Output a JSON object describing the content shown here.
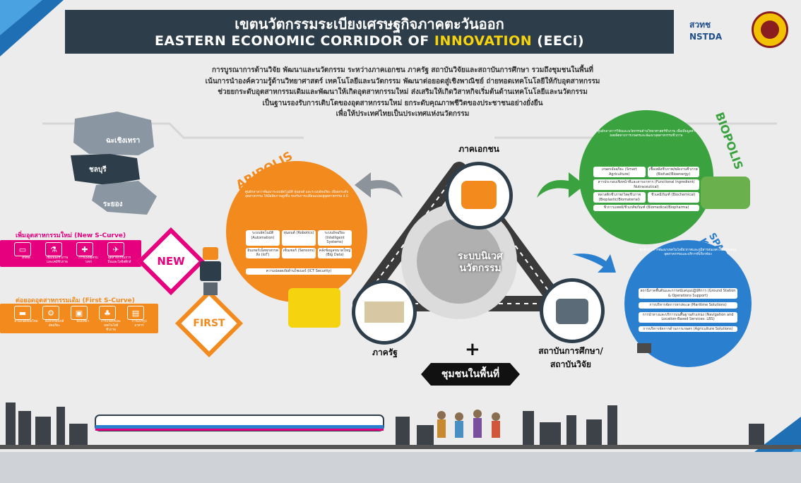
{
  "header": {
    "title_th": "เขตนวัตกรรมระเบียงเศรษฐกิจภาคตะวันออก",
    "title_en_pre": "EASTERN ECONOMIC CORRIDOR OF ",
    "title_en_hl": "INNOVATION",
    "title_en_post": " (EECi)"
  },
  "logo": {
    "nstda": "สวทช NSTDA"
  },
  "intro": [
    "การบูรณาการด้านวิจัย พัฒนาและนวัตกรรม ระหว่างภาคเอกชน ภาครัฐ สถาบันวิจัยและสถาบันการศึกษา รวมถึงชุมชนในพื้นที่",
    "เน้นการนำองค์ความรู้ด้านวิทยาศาสตร์ เทคโนโลยีและนวัตกรรม พัฒนาต่อยอดสู่เชิงพาณิชย์ ถ่ายทอดเทคโนโลยีให้กับอุตสาหกรรม",
    "ช่วยยกระดับอุตสาหกรรมเดิมและพัฒนาให้เกิดอุตสาหกรรมใหม่ ส่งเสริมให้เกิดวิสาหกิจเริ่มต้นด้านเทคโนโลยีและนวัตกรรม",
    "เป็นฐานรองรับการเติบโตของอุตสาหกรรมใหม่ ยกระดับคุณภาพชีวิตของประชาชนอย่างยั่งยืน",
    "เพื่อให้ประเทศไทยเป็นประเทศแห่งนวัตกรรม"
  ],
  "map": {
    "p1": "ฉะเชิงเทรา",
    "p2": "ชลบุรี",
    "p3": "ระยอง"
  },
  "new_curve": {
    "title": "เพิ่มอุตสาหกรรมใหม่ (New S-Curve)",
    "badge": "NEW",
    "items": [
      "ดิจิทัล",
      "เชื้อเพลิงชีวภาพและเคมีชีวภาพ",
      "การแพทย์ครบวงจร",
      "อุตสาหกรรมการบินและโลจิสติกส์"
    ]
  },
  "first_curve": {
    "title": "ต่อยอดอุตสาหกรรมเดิม (First S-Curve)",
    "badge": "FIRST",
    "items": [
      "ยานยนต์สมัยใหม่",
      "อิเล็กทรอนิกส์อัจฉริยะ",
      "ท่องเที่ยว",
      "การเกษตรและเทคโนโลยีชีวภาพ",
      "การแปรรูปอาหาร"
    ]
  },
  "aripolis": {
    "name": "ARIPOLIS",
    "desc": "ศูนย์กลางการพัฒนาระบบอัตโนมัติ หุ่นยนต์ และระบบอัจฉริยะ เพื่อยกระดับอุตสาหกรรม ให้มีผลิตภาพสูงขึ้น รองรับการเปลี่ยนแปลงสู่อุตสาหกรรม 4.0",
    "cells": [
      "ระบบอัตโนมัติ (Automation)",
      "หุ่นยนต์ (Robotics)",
      "ระบบอัจฉริยะ (Intelligent Systems)",
      "อินเทอร์เน็ตทุกสรรพสิ่ง (IoT)",
      "เซ็นเซอร์ (Sensors)",
      "คลังข้อมูลขนาดใหญ่ (Big Data)"
    ],
    "wide": "ความปลอดภัยด้านไซเบอร์ (ICT Security)"
  },
  "biopolis": {
    "name": "BIOPOLIS",
    "desc": "ศูนย์กลางการวิจัยและนวัตกรรมด้านวิทยาศาสตร์ชีวภาพ เพื่อเพิ่มมูลค่าผลผลิตทางการเกษตรและพัฒนาอุตสาหกรรมชีวภาพ",
    "cells": [
      "เกษตรอัจฉริยะ (Smart Agriculture)",
      "เชื้อเพลิงชีวภาพ/พลังงานชีวภาพ (Biofuel/Bioenergy)",
      "สารประกอบเชิงหน้าที่และสารอาหาร (Functional Ingredient/ Nutraceutical)",
      "พลาสติกชีวภาพ/วัสดุชีวภาพ (Bioplastic/Biomaterial)",
      "ชีวเคมีภัณฑ์ (Biochemical)",
      "ชีวการแพทย์/ชีวเภสัชภัณฑ์ (Biomedical/Biopharma)"
    ]
  },
  "kreno": {
    "name": "SPACE KRENOVAPOLIS",
    "desc": "ศูนย์กลางการพัฒนาเทคโนโลยีอวกาศและภูมิสารสนเทศ เพื่อสนับสนุนอุตสาหกรรมและบริการที่เกี่ยวข้อง",
    "cells": [
      "สถานีภาคพื้นดินและการสนับสนุนปฏิบัติการ (Ground Station & Operations Support)",
      "การบริหารจัดการทางทะเล (Maritime Solutions)",
      "การนำทางและบริการบนพื้นฐานตำแหน่ง (Navigation and Location-Based Services: LBS)",
      "การบริหารจัดการด้านการเกษตร (Agriculture Solutions)"
    ]
  },
  "ecosystem": {
    "center": "ระบบนิเวศนวัตกรรม",
    "private": "ภาคเอกชน",
    "government": "ภาครัฐ",
    "academia": "สถาบันการศึกษา/ สถาบันวิจัย",
    "community": "ชุมชนในพื้นที่",
    "plus": "+"
  },
  "colors": {
    "header": "#2e3d4a",
    "orange": "#f28a1e",
    "green": "#3aa33f",
    "blue": "#2b7fcf",
    "magenta": "#e6007e",
    "yellow": "#f5d30f"
  }
}
